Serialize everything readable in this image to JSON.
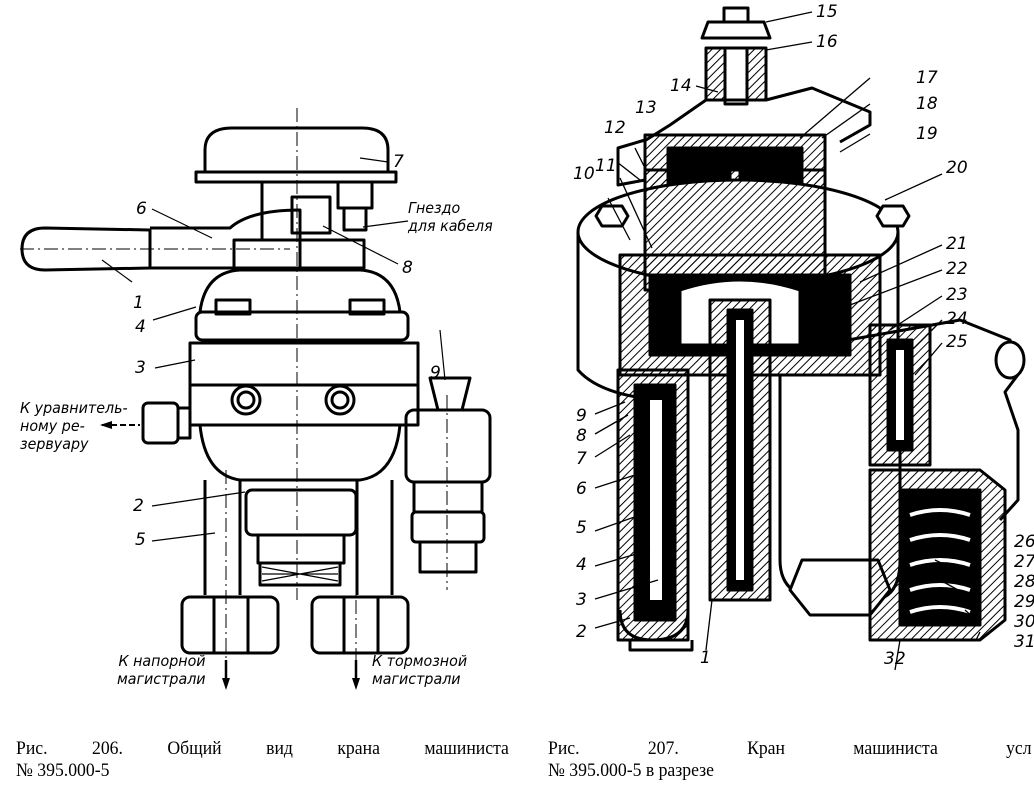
{
  "figure_206": {
    "part_labels": [
      "1",
      "2",
      "3",
      "4",
      "5",
      "6",
      "7",
      "8",
      "9"
    ],
    "notes": {
      "cable_socket": [
        "Гнездо",
        "для кабеля"
      ],
      "equalizing_reservoir": [
        "К уравнитель-",
        "ному ре-",
        "зервуару"
      ],
      "feed_line": [
        "К напорной",
        "магистрали"
      ],
      "brake_line": [
        "К тормозной",
        "магистрали"
      ]
    },
    "caption": {
      "line1_words": [
        "Рис.",
        "206.",
        "Общий",
        "вид",
        "крана",
        "машиниста"
      ],
      "line2": "№ 395.000-5"
    }
  },
  "figure_207": {
    "part_labels": [
      "1",
      "2",
      "3",
      "4",
      "5",
      "6",
      "7",
      "8",
      "9",
      "10",
      "11",
      "12",
      "13",
      "14",
      "15",
      "16",
      "17",
      "18",
      "19",
      "20",
      "21",
      "22",
      "23",
      "24",
      "25",
      "26",
      "27",
      "28",
      "29",
      "30",
      "31",
      "32"
    ],
    "caption": {
      "line1_words": [
        "Рис.",
        "207.",
        "Кран",
        "машиниста",
        "усл"
      ],
      "line2": "№ 395.000-5 в разрезе"
    }
  }
}
